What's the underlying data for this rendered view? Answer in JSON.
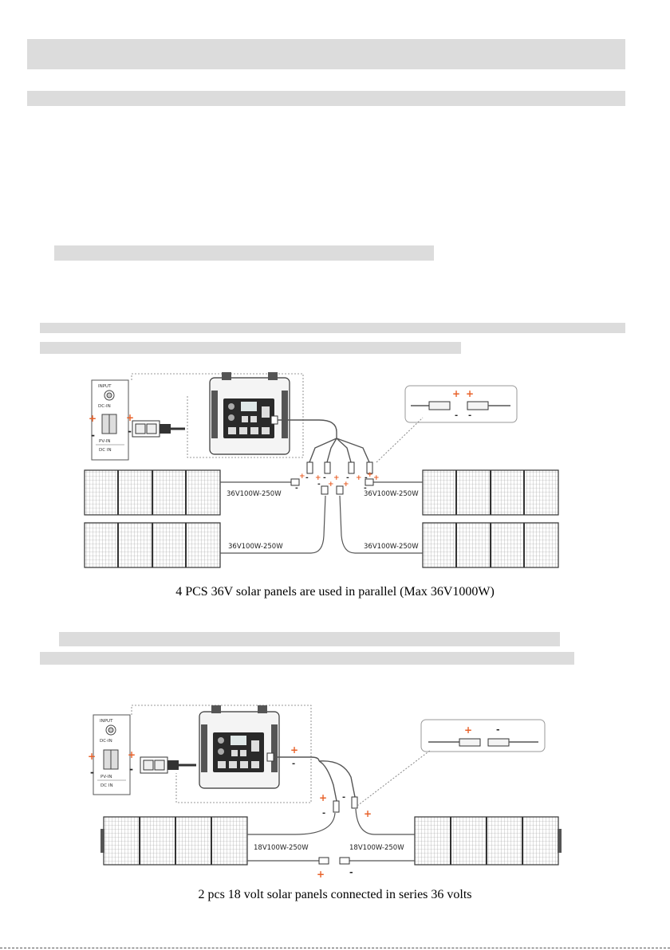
{
  "figure1": {
    "caption": "4 PCS  36V solar panels are used in parallel (Max 36V1000W)",
    "panel_label": "36V100W-250W",
    "port_labels": {
      "input": "INPUT",
      "dc_in": "DC-IN",
      "pv_in": "PV-IN",
      "dc_in_bottom": "DC IN"
    }
  },
  "figure2": {
    "caption": "2 pcs 18 volt solar panels connected in series 36 volts",
    "panel_label": "18V100W-250W",
    "port_labels": {
      "input": "INPUT",
      "dc_in": "DC-IN",
      "pv_in": "PV-IN",
      "dc_in_bottom": "DC IN"
    }
  },
  "symbols": {
    "plus": "+",
    "minus": "-"
  }
}
